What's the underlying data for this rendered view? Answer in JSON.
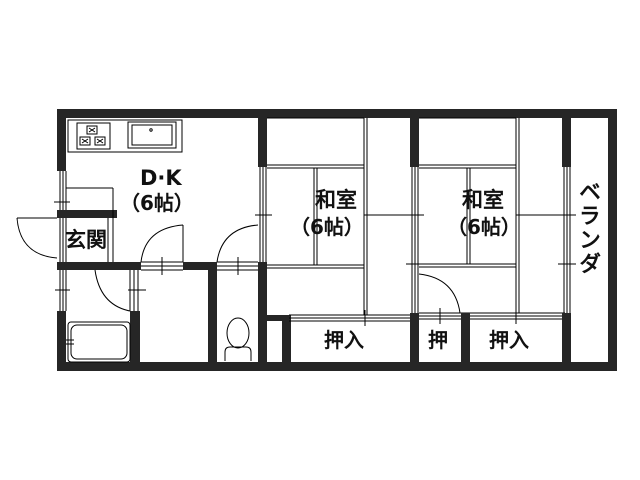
{
  "floorplan": {
    "rooms": {
      "dk": {
        "name": "D·K",
        "size": "（6帖）"
      },
      "washitsu1": {
        "name": "和室",
        "size": "（6帖）"
      },
      "washitsu2": {
        "name": "和室",
        "size": "（6帖）"
      },
      "genkan": {
        "name": "玄関"
      },
      "veranda": {
        "name": "ベランダ"
      },
      "closet1": {
        "name": "押入"
      },
      "closet2": {
        "name": "押"
      },
      "closet3": {
        "name": "押入"
      }
    },
    "fixtures": [
      "stove",
      "sink",
      "bathtub",
      "toilet"
    ],
    "colors": {
      "wall": "#262626",
      "line": "#000000",
      "background": "#ffffff"
    }
  }
}
